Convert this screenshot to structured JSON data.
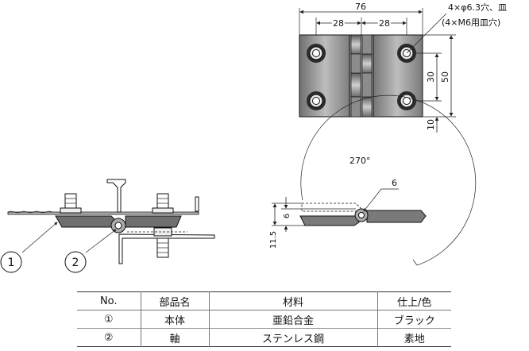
{
  "top_view": {
    "dim_overall_width": "76",
    "dim_left_pitch": "28",
    "dim_right_pitch": "28",
    "hole_note_line1": "4×φ6.3穴、皿",
    "hole_note_line2": "(4×M6用皿穴)",
    "dim_height": "50",
    "dim_hole_pitch": "30",
    "dim_edge_offset": "10"
  },
  "rotation_view": {
    "angle_label": "270°",
    "dim_pin_diameter": "6",
    "dim_leaf_thickness": "6",
    "dim_total_height": "11.5"
  },
  "callouts": {
    "part1": "1",
    "part2": "2"
  },
  "parts_table": {
    "headers": [
      "No.",
      "部品名",
      "材料",
      "仕上/色"
    ],
    "rows": [
      [
        "①",
        "本体",
        "亜鉛合金",
        "ブラック"
      ],
      [
        "②",
        "軸",
        "ステンレス鋼",
        "素地"
      ]
    ]
  },
  "colors": {
    "metal_dark": "#7a7a7a",
    "metal_light": "#c9c9c9",
    "line": "#111111"
  }
}
